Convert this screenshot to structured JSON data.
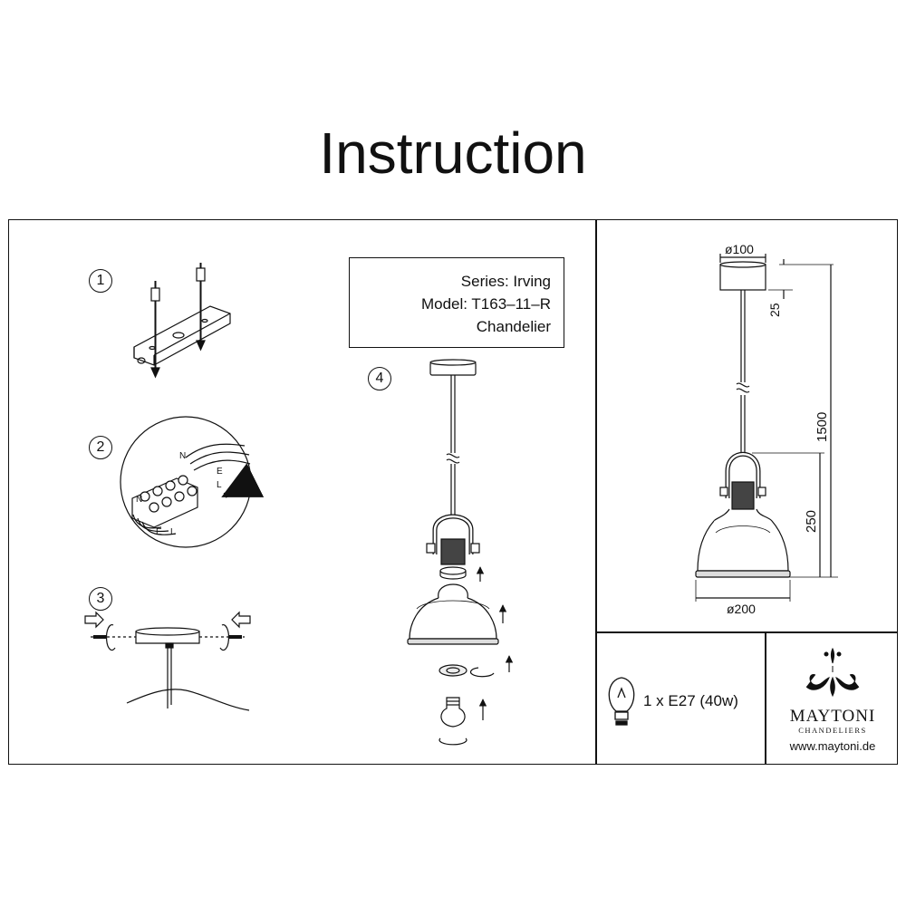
{
  "page": {
    "title": "Instruction"
  },
  "steps": [
    "1",
    "2",
    "3",
    "4"
  ],
  "model_box": {
    "series": "Series: Irving",
    "model": "Model: T163–11–R",
    "type": "Chandelier"
  },
  "wiring_labels": {
    "n": "N",
    "e": "E",
    "l": "L"
  },
  "dimensions": {
    "canopy_diameter": "ø100",
    "canopy_height": "25",
    "total_height": "1500",
    "shade_height": "250",
    "shade_diameter": "ø200"
  },
  "bulb": {
    "spec": "1 x E27 (40w)",
    "icon": "bulb-icon"
  },
  "brand": {
    "name": "MAYTONI",
    "subtitle": "CHANDELIERS",
    "website": "www.maytoni.de"
  }
}
